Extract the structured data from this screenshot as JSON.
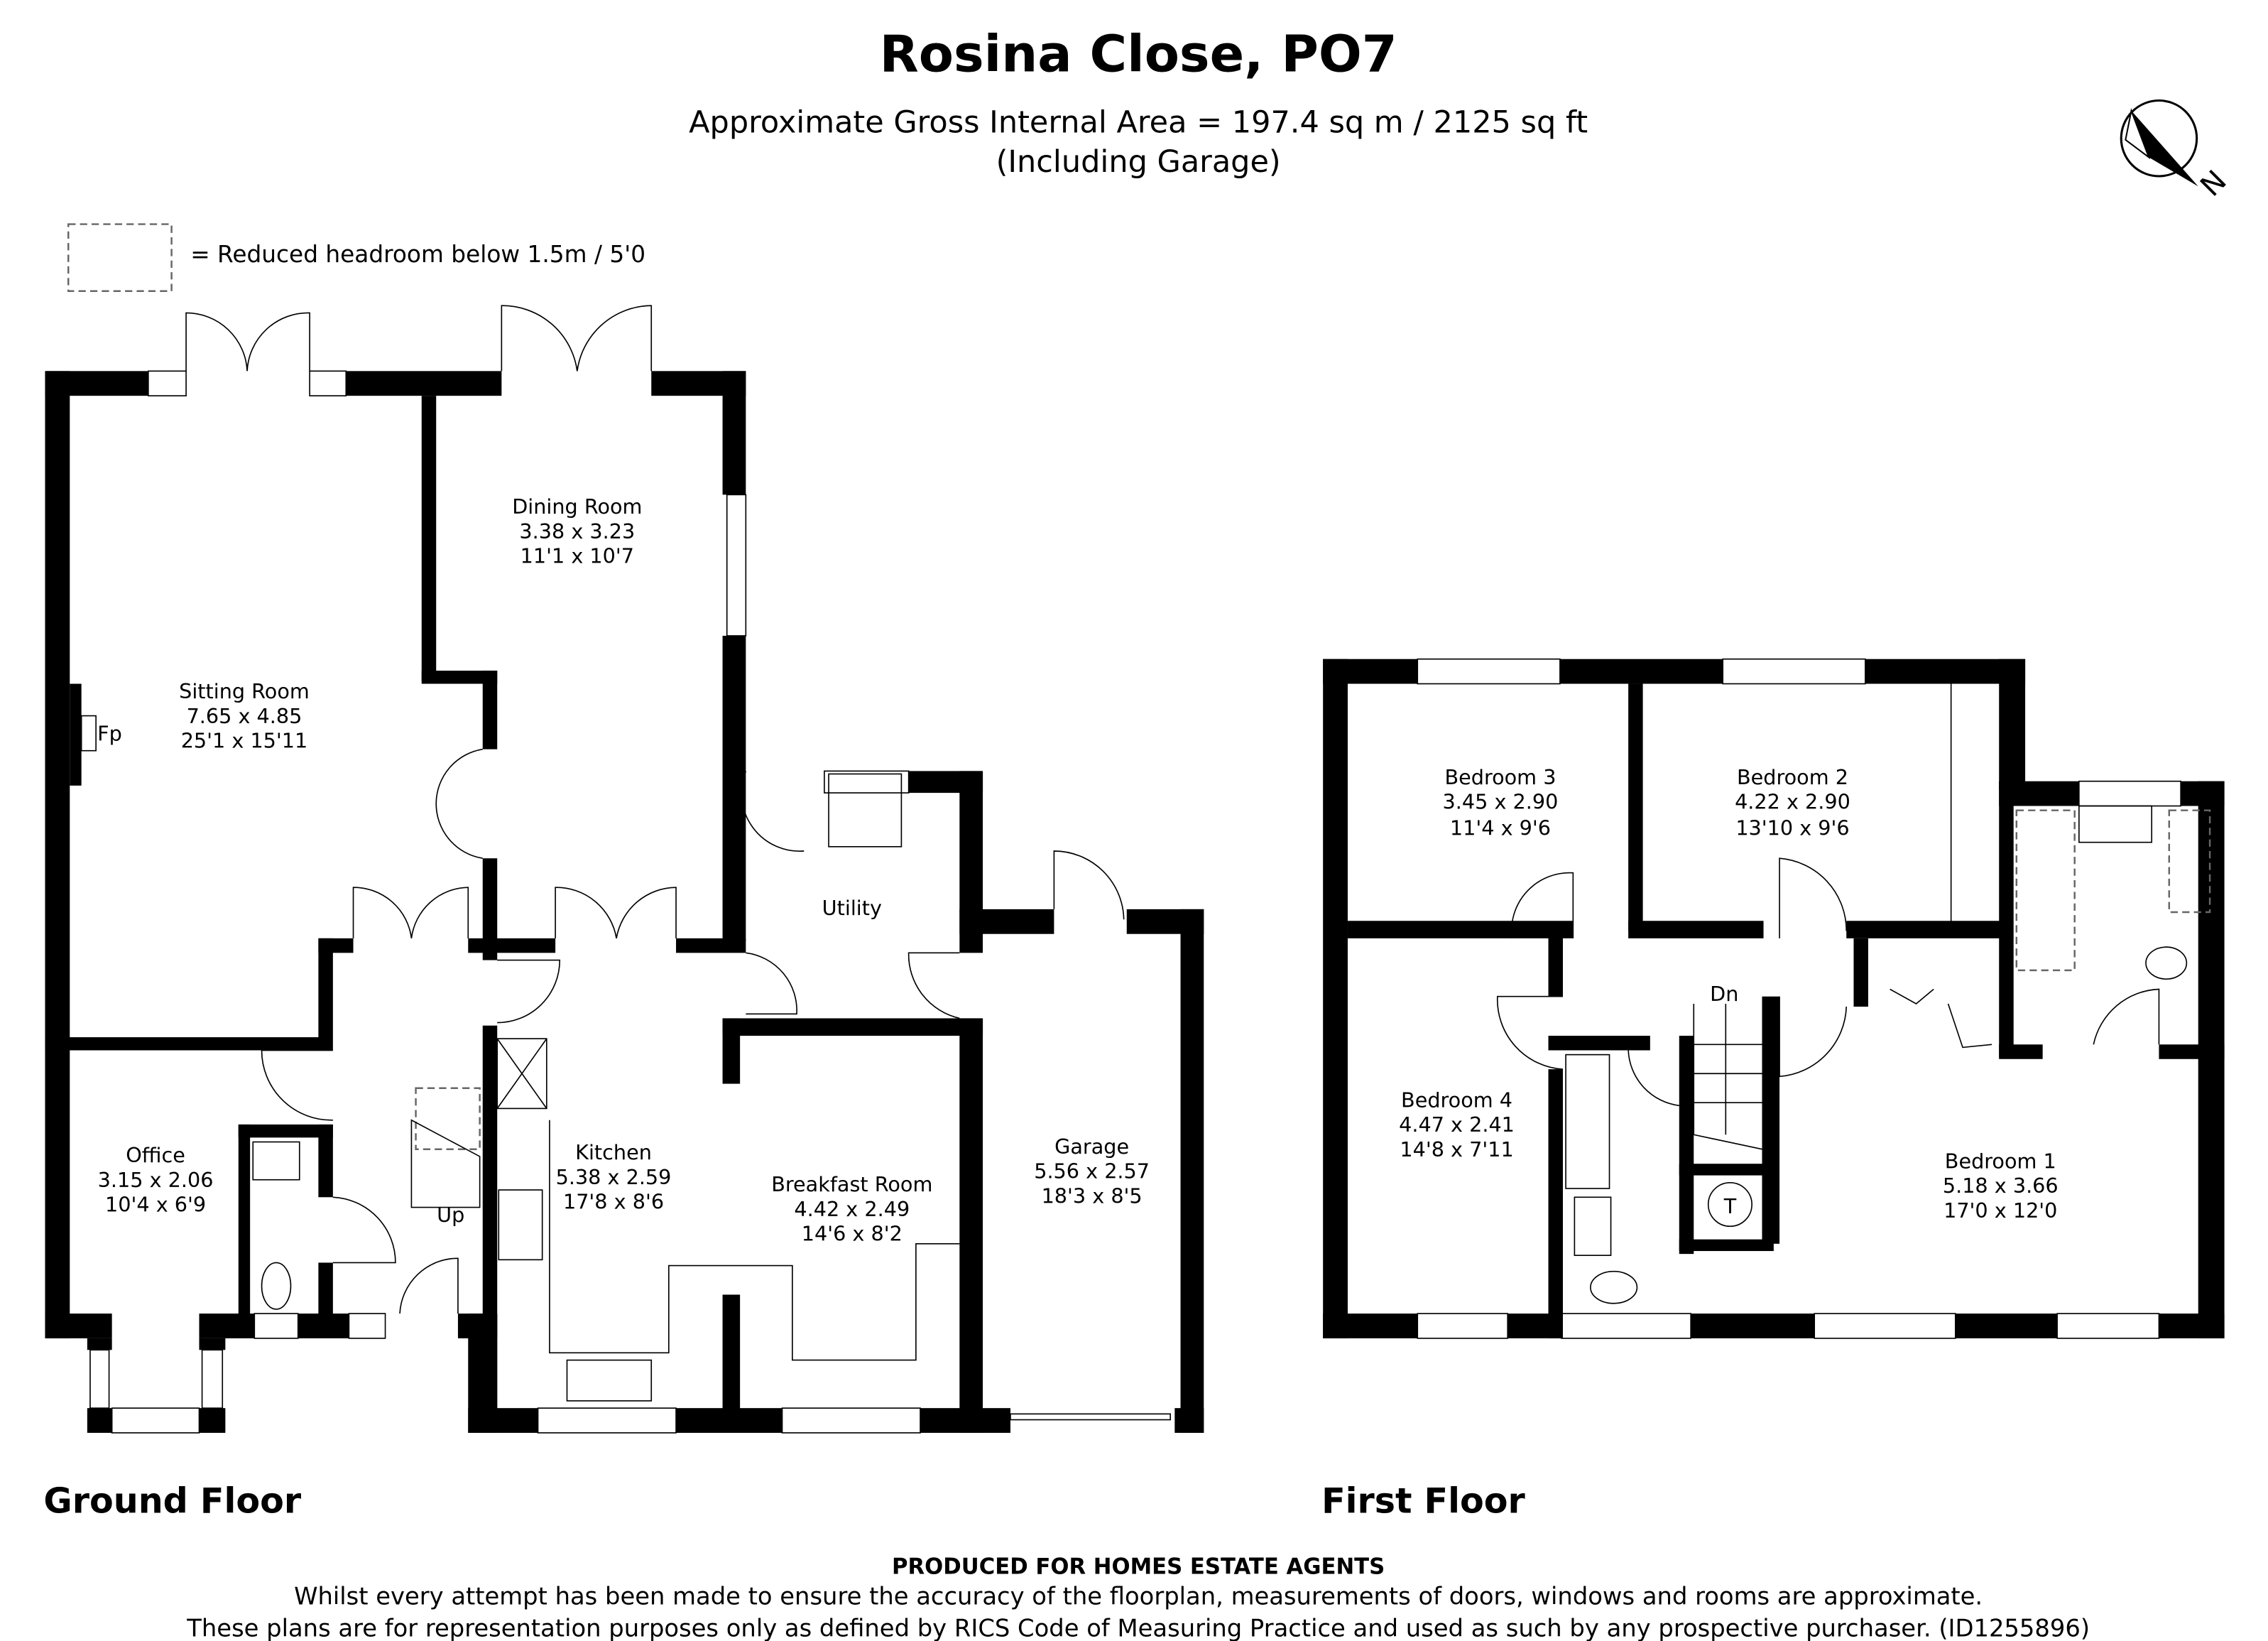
{
  "header": {
    "title": "Rosina Close, PO7",
    "area": "Approximate Gross Internal Area = 197.4 sq m / 2125 sq ft",
    "area_note": "(Including Garage)"
  },
  "legend": {
    "text": "= Reduced headroom below 1.5m / 5'0"
  },
  "compass": {
    "icon": "north-arrow-icon",
    "letter": "N"
  },
  "ground_floor": {
    "label": "Ground Floor",
    "rooms": [
      {
        "name": "Sitting Room",
        "metric": "7.65 x 4.85",
        "imperial": "25'1 x 15'11"
      },
      {
        "name": "Dining Room",
        "metric": "3.38 x 3.23",
        "imperial": "11'1 x 10'7"
      },
      {
        "name": "Office",
        "metric": "3.15 x 2.06",
        "imperial": "10'4 x 6'9"
      },
      {
        "name": "Kitchen",
        "metric": "5.38 x 2.59",
        "imperial": "17'8 x 8'6"
      },
      {
        "name": "Breakfast Room",
        "metric": "4.42 x 2.49",
        "imperial": "14'6 x 8'2"
      },
      {
        "name": "Garage",
        "metric": "5.56 x 2.57",
        "imperial": "18'3 x 8'5"
      },
      {
        "name": "Utility"
      }
    ],
    "fireplace": "Fp",
    "stairs": "Up"
  },
  "first_floor": {
    "label": "First Floor",
    "rooms": [
      {
        "name": "Bedroom 3",
        "metric": "3.45 x 2.90",
        "imperial": "11'4 x 9'6"
      },
      {
        "name": "Bedroom 2",
        "metric": "4.22 x 2.90",
        "imperial": "13'10 x 9'6"
      },
      {
        "name": "Bedroom 4",
        "metric": "4.47 x 2.41",
        "imperial": "14'8 x 7'11"
      },
      {
        "name": "Bedroom 1",
        "metric": "5.18 x 3.66",
        "imperial": "17'0 x 12'0"
      }
    ],
    "stairs": "Dn",
    "tank": "T"
  },
  "footer": {
    "producer": "PRODUCED FOR HOMES ESTATE AGENTS",
    "disclaimer1": "Whilst every attempt has been made to ensure the accuracy of the floorplan, measurements of doors, windows and rooms are approximate.",
    "disclaimer2": "These plans are for representation purposes only as defined by RICS Code of Measuring Practice and used as such by any prospective purchaser. (ID1255896)"
  }
}
